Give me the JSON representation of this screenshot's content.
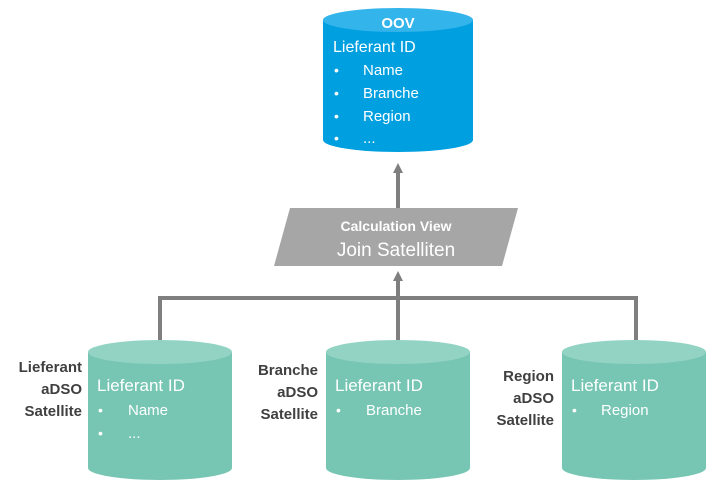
{
  "colors": {
    "top_cylinder": "#00a0e0",
    "top_cylinder_cap": "#33b4ea",
    "satellite_cylinder": "#77c6b4",
    "satellite_cylinder_cap": "#93d3c4",
    "connector": "#7f7f7f",
    "calc_view": "#a6a6a6",
    "label_text": "#404040",
    "node_text": "#ffffff"
  },
  "top_node": {
    "title": "OOV",
    "key": "Lieferant ID",
    "items": [
      "Name",
      "Branche",
      "Region",
      "..."
    ]
  },
  "calc_view": {
    "title": "Calculation View",
    "subtitle": "Join Satelliten"
  },
  "satellites": [
    {
      "label_lines": [
        "Lieferant",
        "aDSO",
        "Satellite"
      ],
      "key": "Lieferant ID",
      "items": [
        "Name",
        "..."
      ]
    },
    {
      "label_lines": [
        "Branche",
        "aDSO",
        "Satellite"
      ],
      "key": "Lieferant ID",
      "items": [
        "Branche"
      ]
    },
    {
      "label_lines": [
        "Region",
        "aDSO",
        "Satellite"
      ],
      "key": "Lieferant ID",
      "items": [
        "Region"
      ]
    }
  ],
  "bullet_glyph": "•"
}
